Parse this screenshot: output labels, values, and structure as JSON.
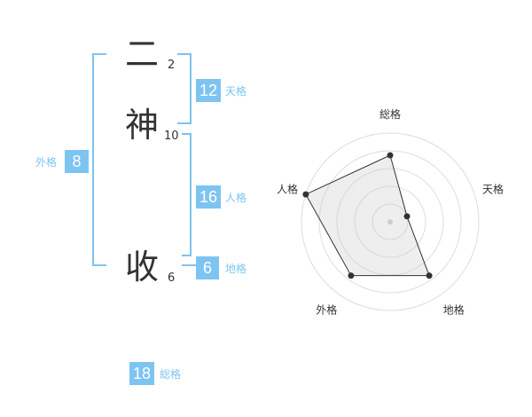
{
  "name": {
    "chars": [
      {
        "char": "二",
        "strokes": "2"
      },
      {
        "char": "神",
        "strokes": "10"
      },
      {
        "char": "收",
        "strokes": "6"
      }
    ]
  },
  "fortunes": {
    "tenkaku": {
      "value": "12",
      "label": "天格"
    },
    "jinkaku": {
      "value": "16",
      "label": "人格"
    },
    "chikaku": {
      "value": "6",
      "label": "地格"
    },
    "gaikaku": {
      "value": "8",
      "label": "外格"
    },
    "soukaku": {
      "value": "18",
      "label": "総格"
    }
  },
  "chart_data": {
    "type": "radar",
    "axes": [
      "総格",
      "天格",
      "地格",
      "外格",
      "人格"
    ],
    "values": [
      0.75,
      0.2,
      0.75,
      0.75,
      1.0
    ],
    "rings": 5,
    "accent": "#7ec4f1"
  }
}
